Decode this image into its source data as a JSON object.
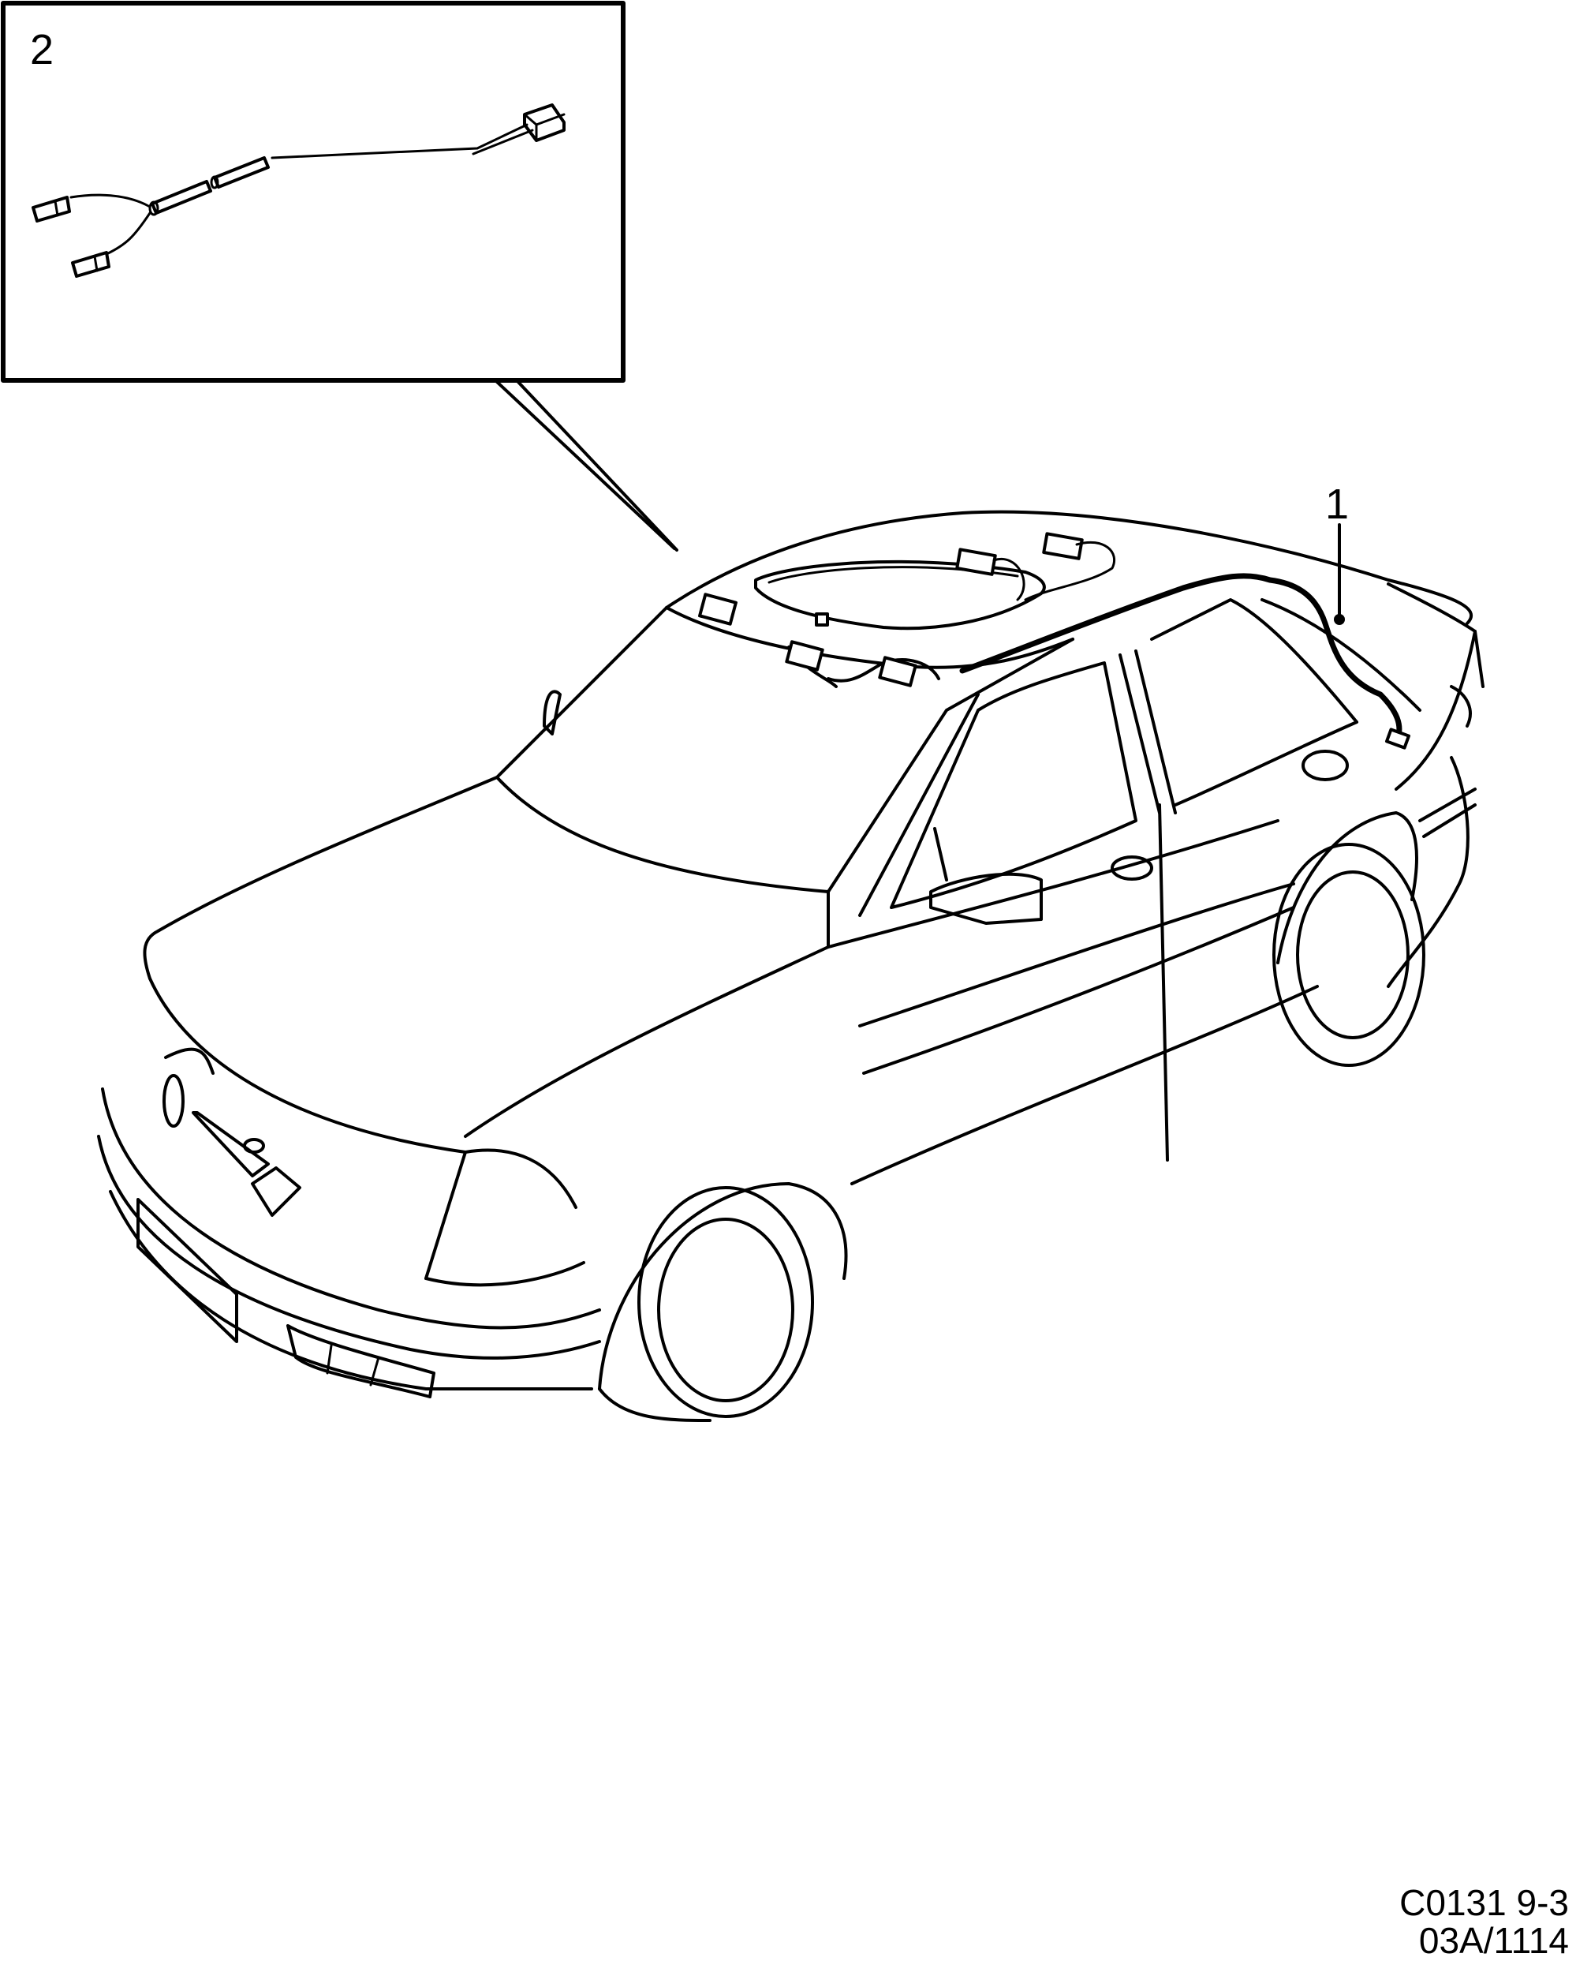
{
  "diagram": {
    "subject": "Car roof wiring harness",
    "callouts": [
      {
        "id": "1",
        "label": "1",
        "target": "roof-wiring-harness"
      },
      {
        "id": "2",
        "label": "2",
        "target": "adapter-harness-detail"
      }
    ],
    "inset": {
      "label": "2"
    },
    "footer": {
      "code": "C0131 9-3",
      "ref": "03A/1114"
    }
  }
}
